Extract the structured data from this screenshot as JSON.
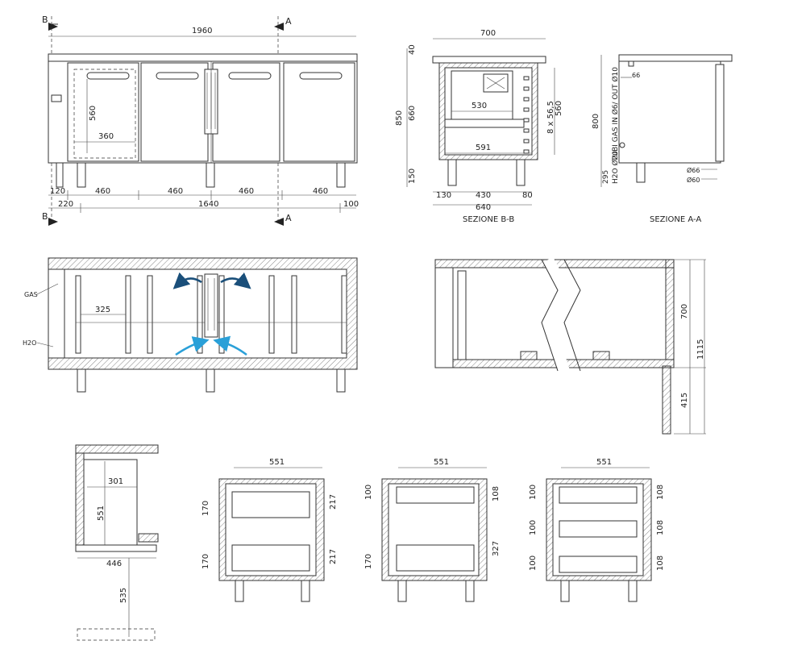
{
  "front_view": {
    "section_b": "B",
    "section_a": "A",
    "total_width": "1960",
    "drawer_height": "560",
    "drawer_width": "360",
    "bottom_dims": [
      "120",
      "460",
      "460",
      "460",
      "460"
    ],
    "lower_dims": [
      "220",
      "1640",
      "100"
    ]
  },
  "section_bb": {
    "caption": "SEZIONE B-B",
    "top_width": "700",
    "top_offset": "40",
    "height_total": "850",
    "height_inner": "660",
    "leg_height": "150",
    "unit_width": "530",
    "inner_height": "560",
    "shelf_spec": "8 x 56,5",
    "inner_width": "591",
    "bottom_dims": [
      "130",
      "430",
      "80"
    ],
    "overall": "640"
  },
  "section_aa": {
    "caption": "SEZIONE A-A",
    "height": "800",
    "pipe_pos": "295",
    "gas_pipes": "TUBI GAS IN Ø6/ OUT Ø10",
    "water_pipe": "H2O Ø20",
    "top_small": "66",
    "d1": "Ø66",
    "d2": "Ø60"
  },
  "plan_view": {
    "gas": "GAS",
    "h2o": "H2O",
    "shelf_width": "325"
  },
  "top_section": {
    "depth": "700",
    "total": "1115",
    "lower": "415"
  },
  "drawer_detail": {
    "w1": "301",
    "h1": "551",
    "w2": "446",
    "h2": "535"
  },
  "drawer_configs": [
    {
      "width": "551",
      "left": [
        "170",
        "170"
      ],
      "right": [
        "217",
        "217"
      ]
    },
    {
      "width": "551",
      "left": [
        "100",
        "170"
      ],
      "right": [
        "108",
        "327"
      ]
    },
    {
      "width": "551",
      "left": [
        "100",
        "100",
        "100"
      ],
      "right": [
        "108",
        "108",
        "108"
      ]
    }
  ],
  "colors": {
    "line": "#333333",
    "airflow": "#1a4f7a",
    "airflow_light": "#2aa0d8"
  }
}
